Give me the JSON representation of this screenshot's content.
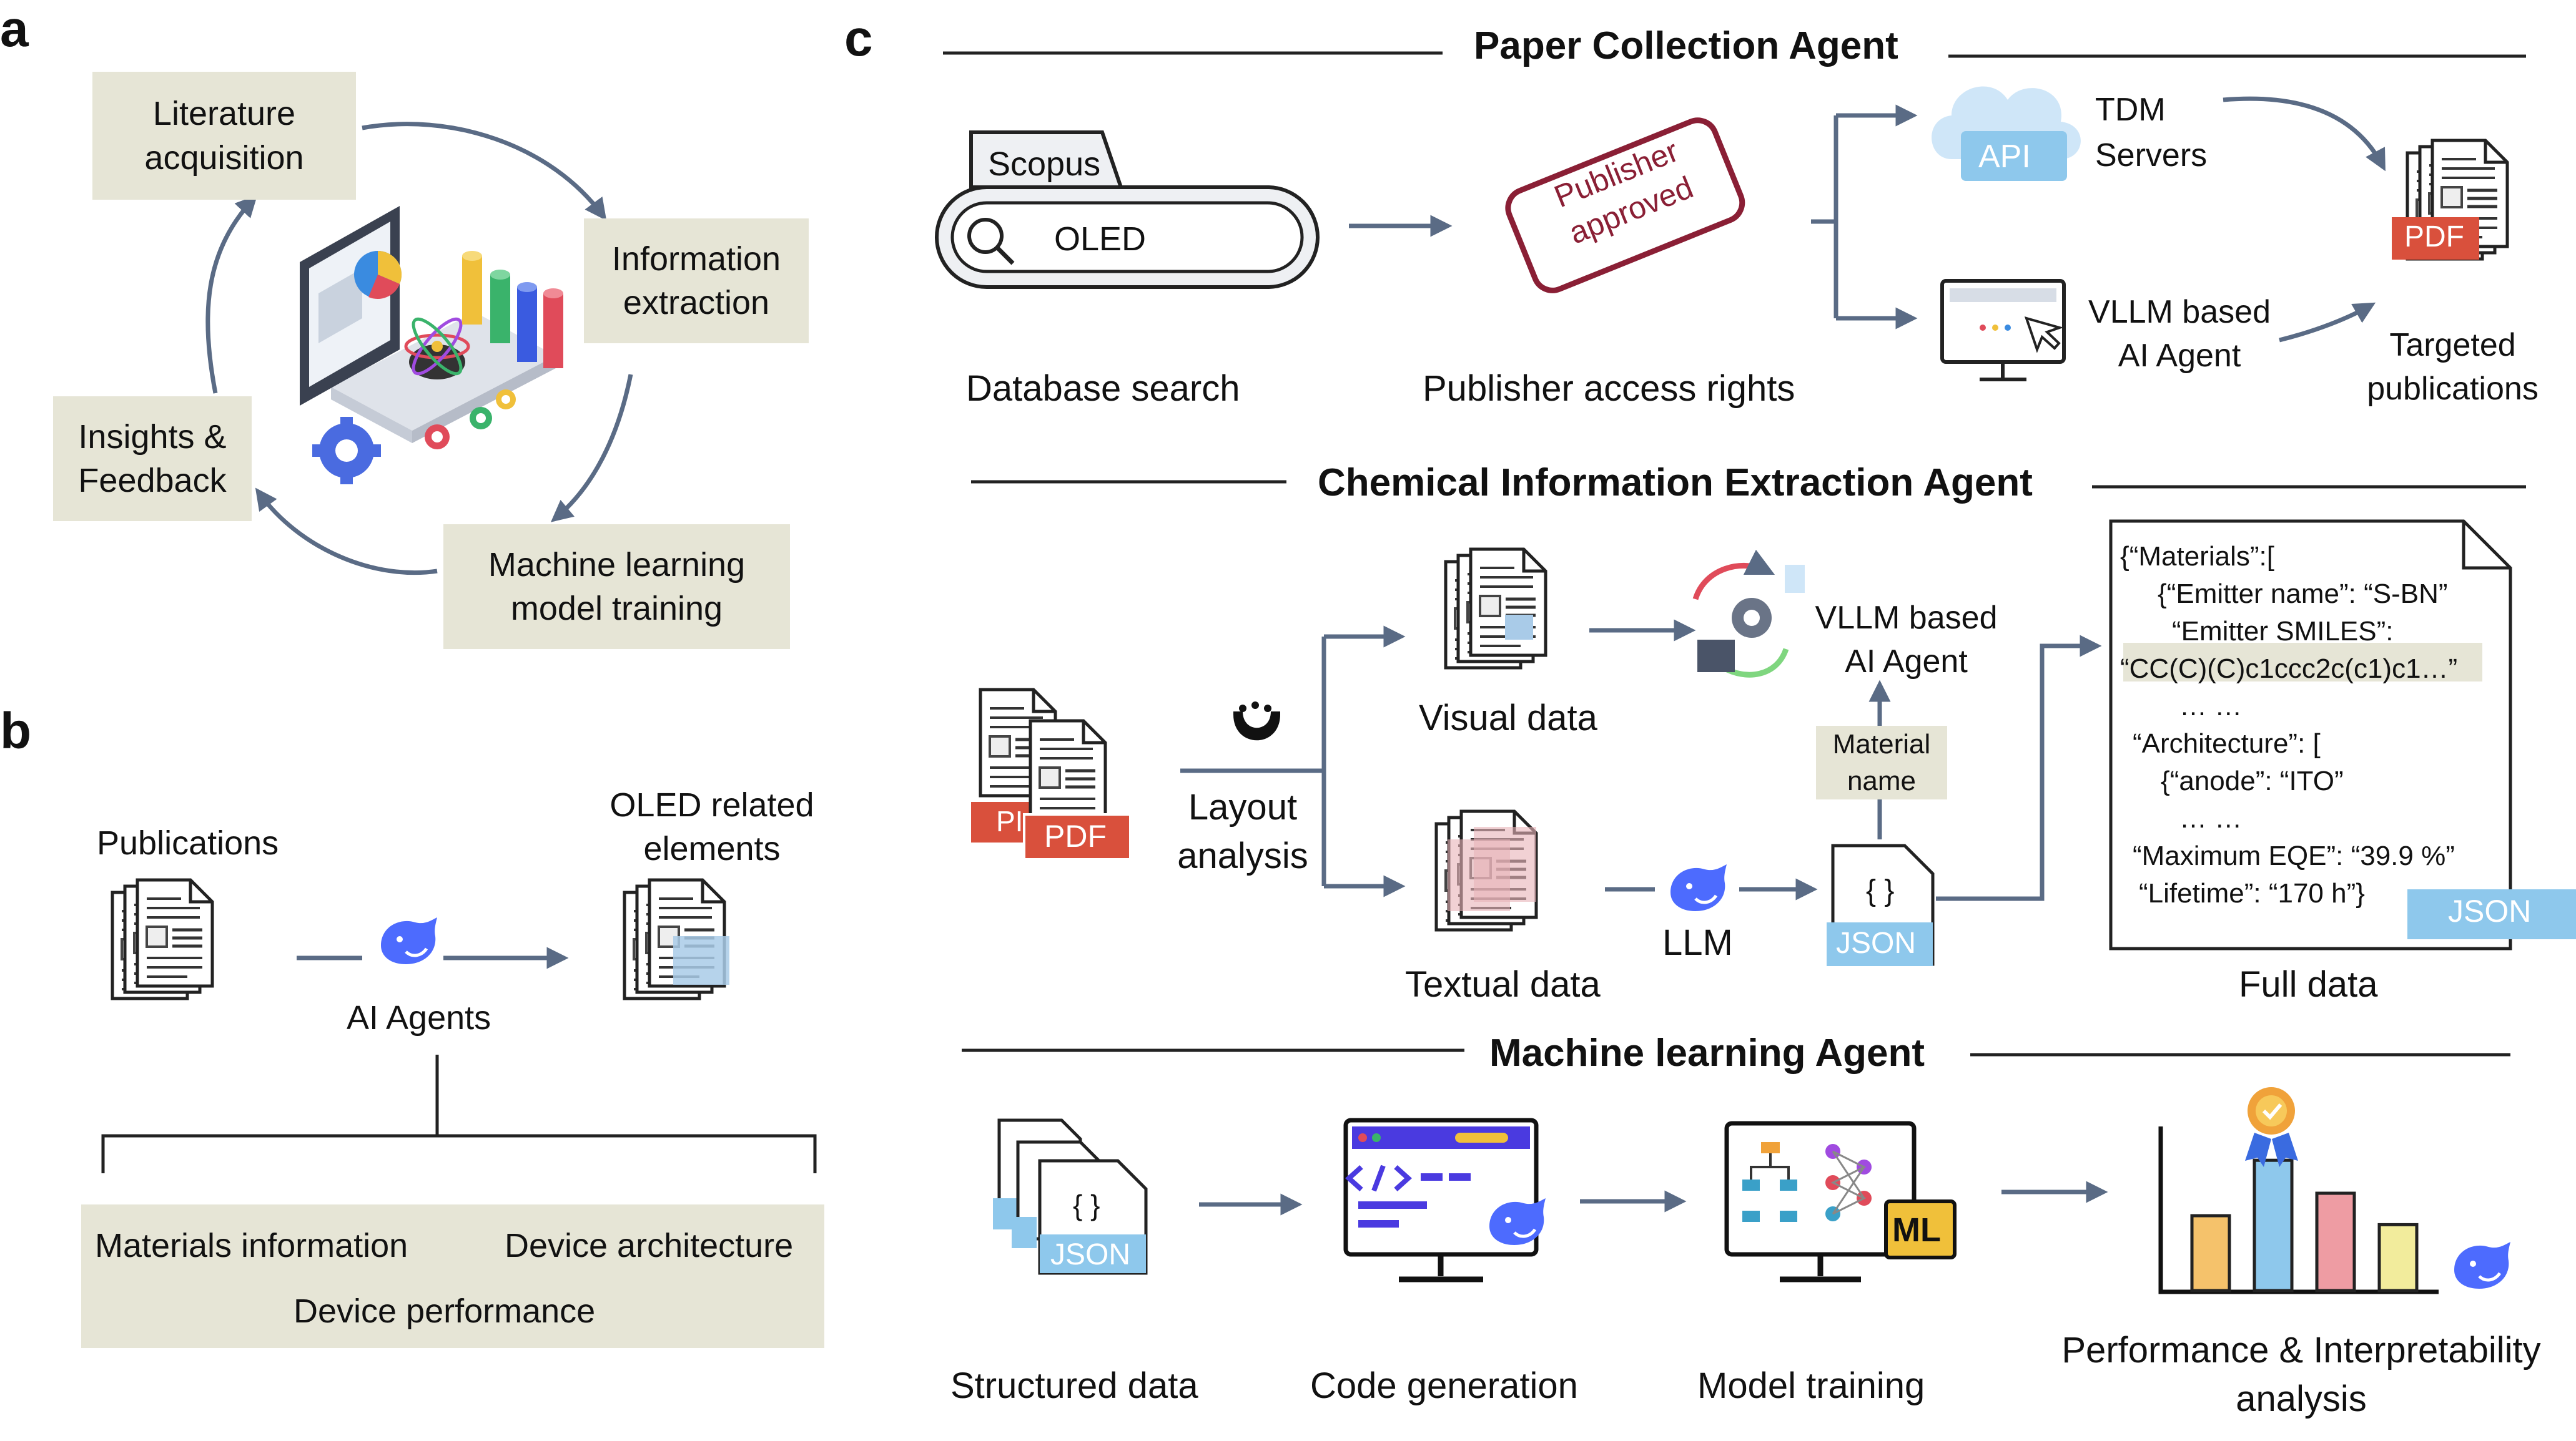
{
  "panels": {
    "a": "a",
    "b": "b",
    "c": "c"
  },
  "a": {
    "literature": [
      "Literature",
      "acquisition"
    ],
    "information": [
      "Information",
      "extraction"
    ],
    "insights": [
      "Insights &",
      "Feedback"
    ],
    "ml_training": [
      "Machine learning",
      "model training"
    ]
  },
  "b": {
    "publications": "Publications",
    "oled": [
      "OLED related",
      "elements"
    ],
    "ai_agents": "AI Agents",
    "materials_info": "Materials  information",
    "device_arch": "Device architecture",
    "device_perf": "Device performance"
  },
  "c": {
    "paper_agent": "Paper Collection Agent",
    "scopus": "Scopus",
    "search_query": "OLED",
    "database_search": "Database search",
    "stamp": [
      "Publisher",
      "approved"
    ],
    "publisher_access": "Publisher access rights",
    "api": "API",
    "tdm": [
      "TDM",
      "Servers"
    ],
    "vllm_agent1": [
      "VLLM based",
      "AI Agent"
    ],
    "pdf": "PDF",
    "targeted": [
      "Targeted",
      "publications"
    ],
    "chem_agent": "Chemical Information Extraction Agent",
    "pdf_front": "PDF",
    "pdf_back": "PI",
    "layout": [
      "Layout",
      "analysis"
    ],
    "visual": "Visual data",
    "textual": "Textual data",
    "vllm_agent2": [
      "VLLM based",
      "AI Agent"
    ],
    "material_name": [
      "Material",
      "name"
    ],
    "llm": "LLM",
    "json_small": "JSON",
    "json_tag": "JSON",
    "full_data": "Full data",
    "json_lines": [
      "{“Materials”:[",
      "{“Emitter name”: “S-BN”",
      "“Emitter SMILES”:",
      "“CC(C)(C)c1ccc2c(c1)c1…”",
      "… …",
      "“Architecture”: [",
      "{“anode”: “ITO”",
      "… …",
      "“Maximum EQE”: “39.9 %”",
      "“Lifetime”: “170 h”}"
    ],
    "ml_agent": "Machine learning Agent",
    "json_struct": "JSON",
    "ml_badge": "ML",
    "structured": "Structured data",
    "code_gen": "Code generation",
    "model_training": "Model training",
    "perf": [
      "Performance & Interpretability",
      "analysis"
    ]
  },
  "colors": {
    "box_fill": "#e6e5d6",
    "arrow": "#5a6b85",
    "pdf_red": "#d9503c",
    "json_blue": "#8ec8ec",
    "stamp": "#8a1f35",
    "deepseek": "#4d6bfe"
  },
  "bar_chart": {
    "values": [
      0.5,
      0.87,
      0.65,
      0.44
    ]
  }
}
